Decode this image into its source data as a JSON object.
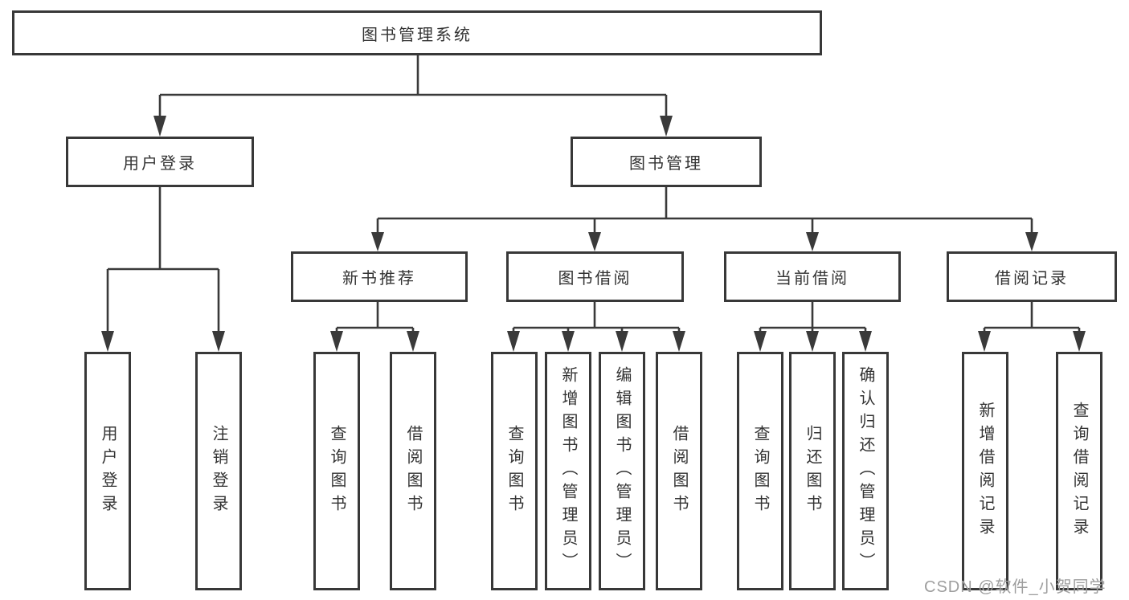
{
  "diagram": {
    "root": {
      "label": "图书管理系统"
    },
    "branches": {
      "user_login": {
        "label": "用户登录"
      },
      "book_mgmt": {
        "label": "图书管理"
      }
    },
    "modules": {
      "new_book_rec": {
        "label": "新书推荐"
      },
      "book_borrow": {
        "label": "图书借阅"
      },
      "current_borrow": {
        "label": "当前借阅"
      },
      "borrow_record": {
        "label": "借阅记录"
      }
    },
    "leaves": {
      "user_login": {
        "label": "用户登录"
      },
      "logout": {
        "label": "注销登录"
      },
      "query_book_rec": {
        "label": "查询图书"
      },
      "borrow_book_rec": {
        "label": "借阅图书"
      },
      "query_book_borrow": {
        "label": "查询图书"
      },
      "add_book_admin": {
        "label": "新增图书（管理员）"
      },
      "edit_book_admin": {
        "label": "编辑图书（管理员）"
      },
      "borrow_book": {
        "label": "借阅图书"
      },
      "query_book_current": {
        "label": "查询图书"
      },
      "return_book": {
        "label": "归还图书"
      },
      "confirm_return_admin": {
        "label": "确认归还（管理员）"
      },
      "add_borrow_record": {
        "label": "新增借阅记录"
      },
      "query_borrow_record": {
        "label": "查询借阅记录"
      }
    }
  },
  "watermark": {
    "text": "CSDN @软件_小贺同学"
  },
  "colors": {
    "line": "#3a3a3a",
    "box_border": "#383838",
    "text": "#333333",
    "watermark": "#9e9e9e",
    "background": "#ffffff"
  }
}
